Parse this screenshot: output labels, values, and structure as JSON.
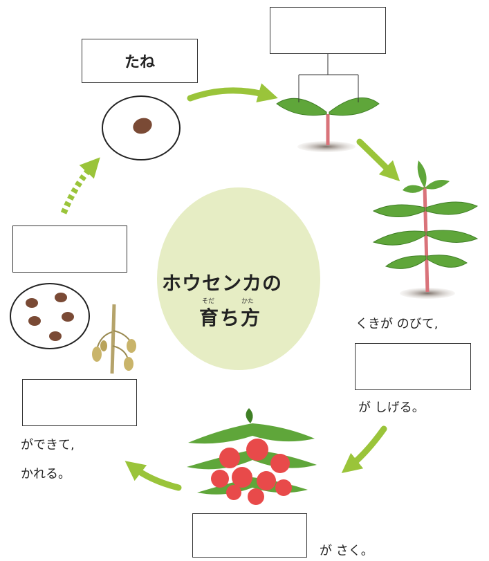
{
  "center": {
    "title_line1": "ホウセンカの",
    "title_line2": "育ち方",
    "ruby_sodachi": "そだ",
    "ruby_kata": "かた"
  },
  "stages": {
    "seed": {
      "label": "たね"
    },
    "cotyledon": {
      "label": ""
    },
    "stem": {
      "caption_before": "くきが のびて,",
      "label": "",
      "caption_after": "が しげる。"
    },
    "flower": {
      "label": "",
      "caption_after": "が さく。"
    },
    "fruit": {
      "label": "",
      "caption_after_line1": "ができて,",
      "caption_after_line2": "かれる。"
    },
    "new_seeds": {
      "label": ""
    }
  },
  "colors": {
    "arrow": "#9ac43a",
    "center_circle": "#e6edc4",
    "leaf": "#5fa63a",
    "leaf_dark": "#3f7f25",
    "stem": "#d9737a",
    "flower": "#e84a4a",
    "seed": "#7a4a35"
  }
}
